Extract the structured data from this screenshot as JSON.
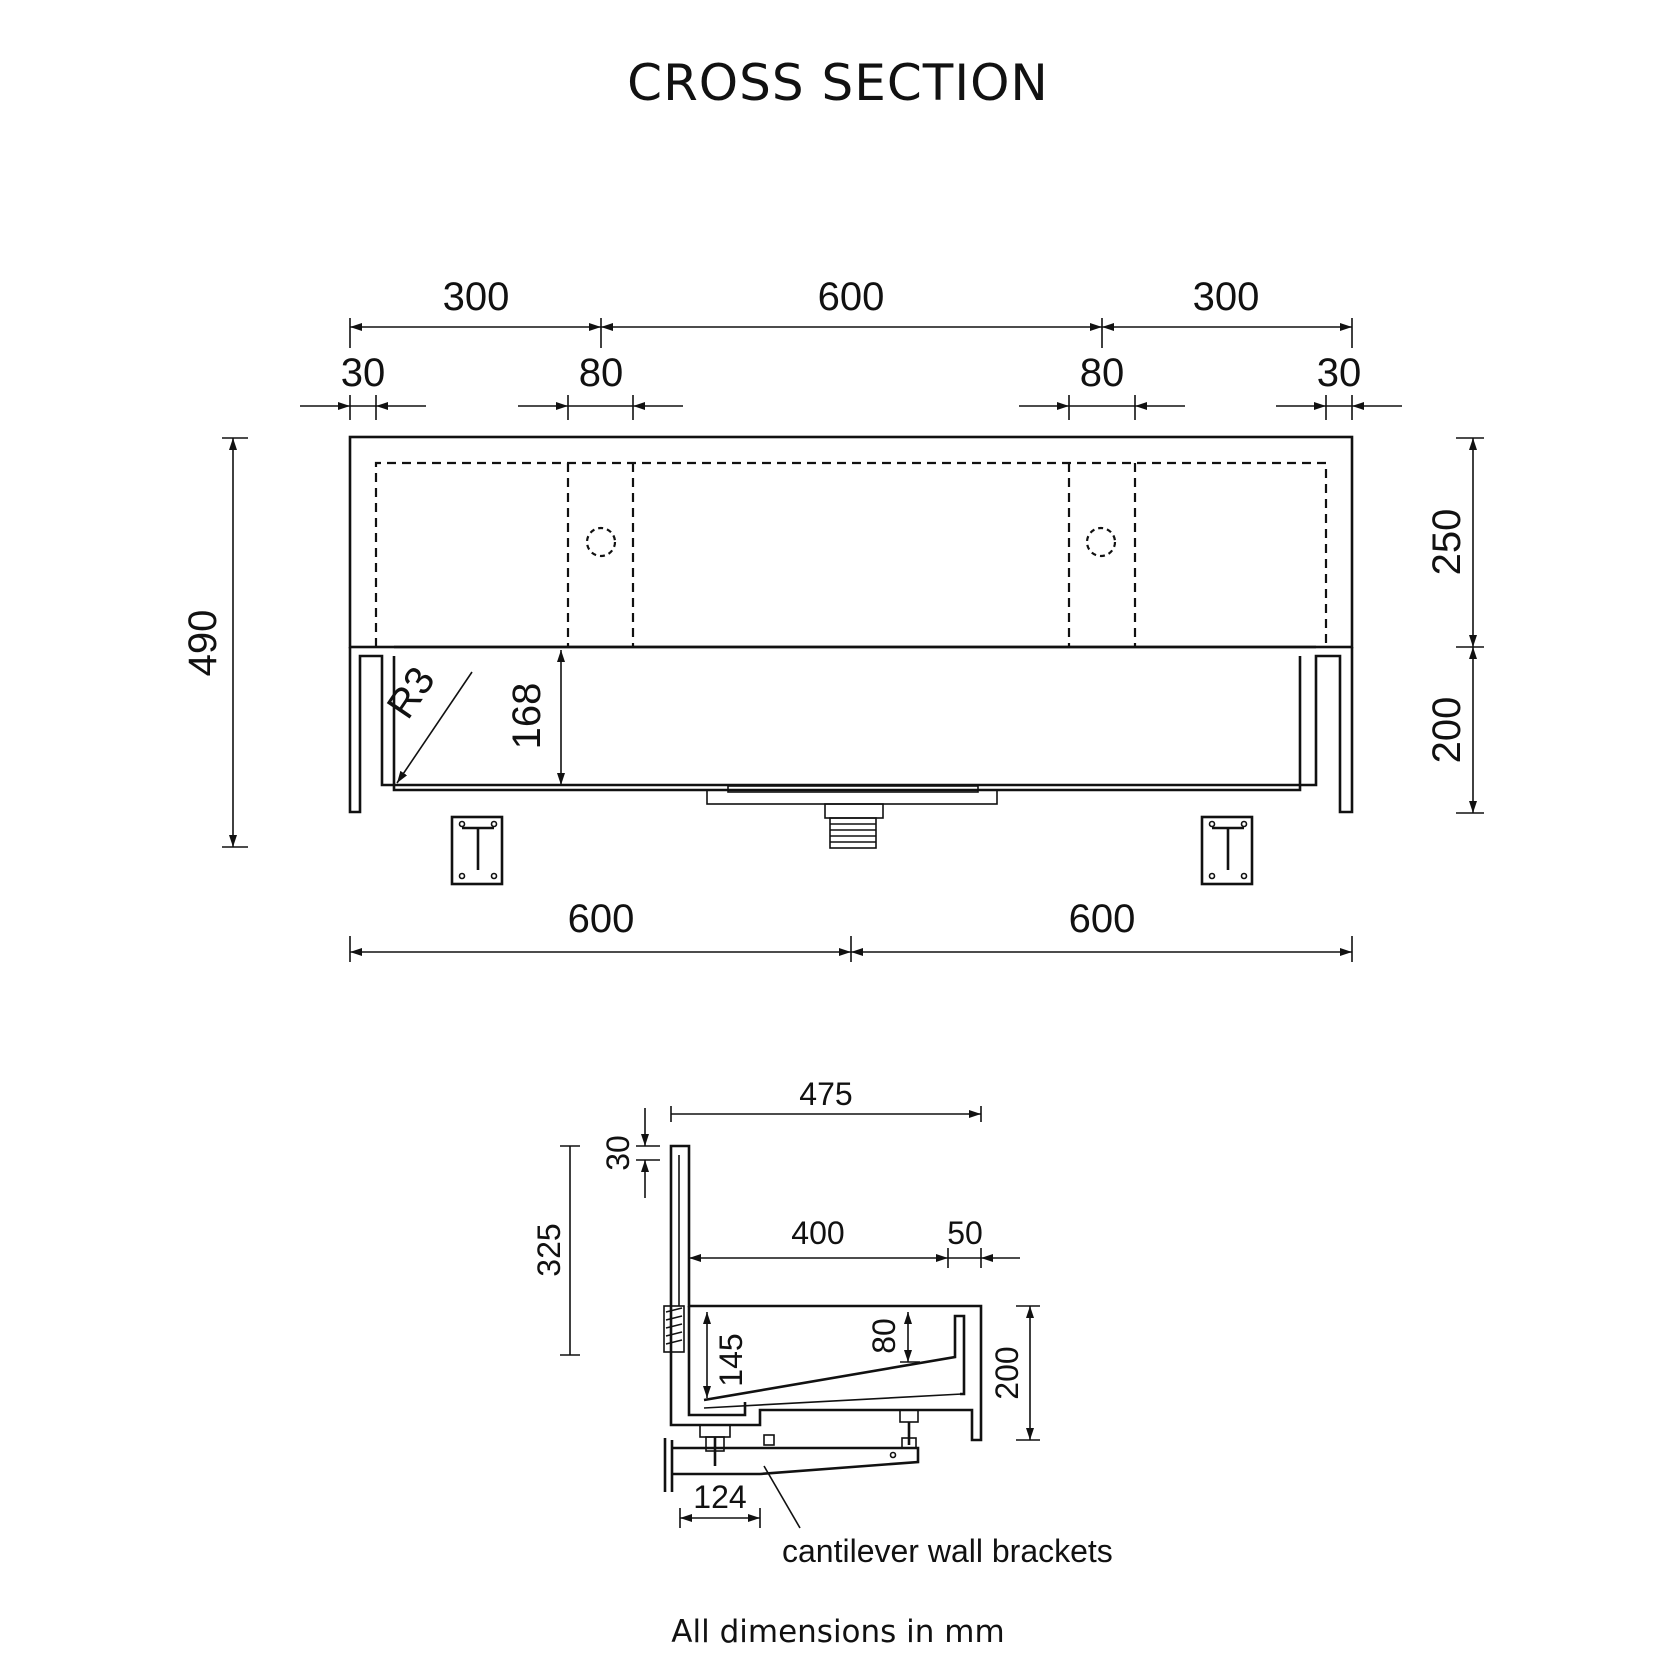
{
  "title": "CROSS SECTION",
  "footer": "All dimensions in mm",
  "front": {
    "top_300_left": "300",
    "top_600": "600",
    "top_300_right": "300",
    "top_30_left": "30",
    "top_80_left": "80",
    "top_80_right": "80",
    "top_30_right": "30",
    "height_490": "490",
    "height_250": "250",
    "height_200": "200",
    "radius": "R3",
    "depth_168": "168",
    "bottom_600_left": "600",
    "bottom_600_right": "600"
  },
  "side": {
    "width_475": "475",
    "thick_30": "30",
    "height_325": "325",
    "width_400": "400",
    "width_50": "50",
    "depth_145": "145",
    "depth_80": "80",
    "height_200": "200",
    "width_124": "124",
    "bracket_label": "cantilever wall brackets"
  }
}
